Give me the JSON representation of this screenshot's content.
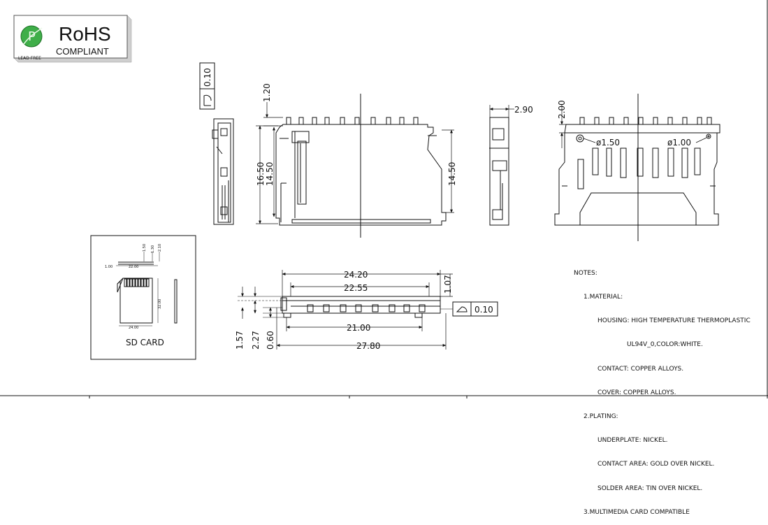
{
  "logo": {
    "title": "RoHS",
    "subtitle": "COMPLIANT",
    "lead_free": "LEAD FREE",
    "leaf_letter": "P"
  },
  "dims": {
    "tol_top_left": "0.10",
    "d_1_20": "1.20",
    "d_16_50": "16.50",
    "d_14_50_left": "14.50",
    "d_14_50_right": "14.50",
    "d_2_90": "2.90",
    "d_2_00": "2.00",
    "hole_large": "ø1.50",
    "hole_small": "ø1.00",
    "d_24_20": "24.20",
    "d_22_55": "22.55",
    "d_21_00": "21.00",
    "d_27_80": "27.80",
    "d_1_07": "1.07",
    "d_1_57": "1.57",
    "d_2_27": "2.27",
    "d_0_60": "0.60",
    "tol_bottom": "0.10"
  },
  "sd_card": {
    "label": "SD CARD",
    "d_1_00": "1.00",
    "d_22_00": "22.00",
    "d_1_50": "1.50",
    "d_1_30": "1.30",
    "d_2_10": "2.10",
    "d_32_00": "32.00",
    "d_24_00": "24.00"
  },
  "notes": {
    "header": "NOTES:",
    "lines": [
      "1.MATERIAL:",
      "HOUSING: HIGH TEMPERATURE THERMOPLASTIC",
      "UL94V_0,COLOR:WHITE.",
      "CONTACT: COPPER ALLOYS.",
      "COVER: COPPER ALLOYS.",
      "2.PLATING:",
      "UNDERPLATE: NICKEL.",
      "CONTACT AREA: GOLD OVER NICKEL.",
      "SOLDER AREA: TIN OVER NICKEL.",
      "3.MULTIMEDIA CARD COMPATIBLE"
    ]
  },
  "colors": {
    "line": "#111111",
    "leaf_green": "#3fae49",
    "panel_shadow": "#c8c8c8"
  }
}
